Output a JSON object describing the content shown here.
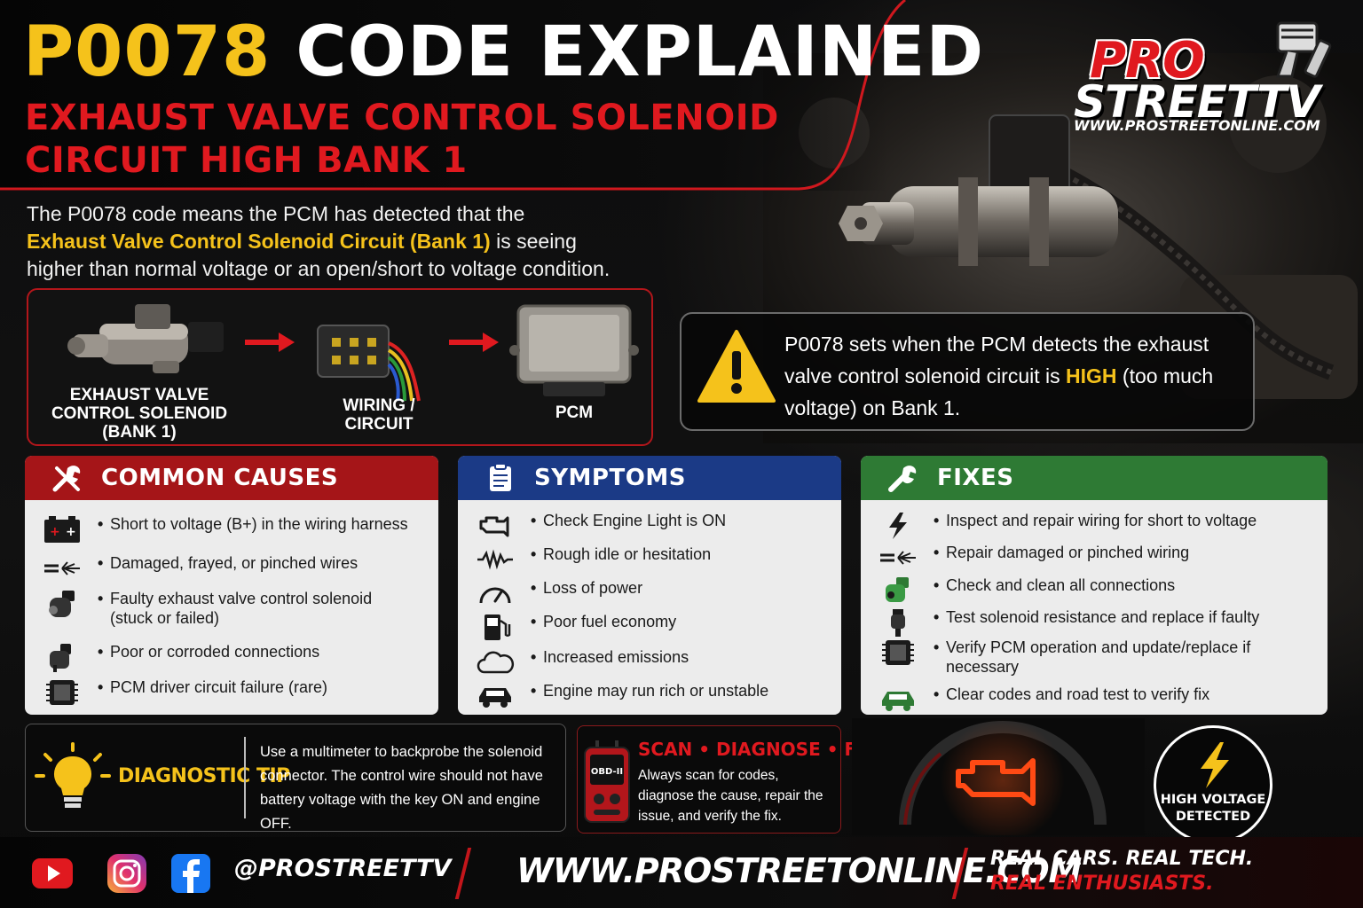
{
  "header": {
    "title_code": "P0078",
    "title_rest": "CODE EXPLAINED",
    "subtitle_line1": "EXHAUST VALVE CONTROL SOLENOID",
    "subtitle_line2": "CIRCUIT HIGH BANK 1"
  },
  "logo": {
    "pro": "PRO",
    "street": "STREETTV",
    "url": "WWW.PROSTREETONLINE.COM"
  },
  "intro": {
    "part1": "The P0078 code means the PCM has detected that the",
    "highlight": "Exhaust Valve Control Solenoid Circuit (Bank 1)",
    "part2": " is seeing",
    "part3": "higher than normal voltage or an open/short to voltage condition."
  },
  "flow": {
    "step1": "EXHAUST VALVE CONTROL SOLENOID (BANK 1)",
    "step2": "WIRING / CIRCUIT",
    "step3": "PCM"
  },
  "alert": {
    "icon": "warning-icon",
    "text1": "P0078 sets when the PCM detects the exhaust valve control solenoid circuit is ",
    "highlight": "HIGH",
    "text2": " (too much voltage) on Bank 1."
  },
  "causes": {
    "title": "COMMON CAUSES",
    "color": "#a51518",
    "items": [
      {
        "icon": "battery-icon",
        "text": "Short to voltage (B+) in the wiring harness"
      },
      {
        "icon": "frayed-wire-icon",
        "text": "Damaged, frayed, or pinched wires"
      },
      {
        "icon": "solenoid-icon",
        "text": "Faulty exhaust valve control solenoid (stuck or failed)"
      },
      {
        "icon": "connector-icon",
        "text": "Poor or corroded connections"
      },
      {
        "icon": "chip-icon",
        "text": "PCM driver circuit failure (rare)"
      }
    ]
  },
  "symptoms": {
    "title": "SYMPTOMS",
    "color": "#1b3a86",
    "items": [
      {
        "icon": "engine-light-icon",
        "text": "Check Engine Light is ON"
      },
      {
        "icon": "waveform-icon",
        "text": "Rough idle or hesitation"
      },
      {
        "icon": "gauge-icon",
        "text": "Loss of power"
      },
      {
        "icon": "fuel-pump-icon",
        "text": "Poor fuel economy"
      },
      {
        "icon": "cloud-icon",
        "text": "Increased emissions"
      },
      {
        "icon": "car-icon",
        "text": "Engine may run rich or unstable"
      }
    ]
  },
  "fixes": {
    "title": "FIXES",
    "color": "#2e7a34",
    "items": [
      {
        "icon": "lightning-icon",
        "text": "Inspect and repair wiring for short to voltage"
      },
      {
        "icon": "frayed-wire-icon",
        "text": "Repair damaged or pinched wiring"
      },
      {
        "icon": "connector-icon",
        "text": "Check and clean all connections"
      },
      {
        "icon": "solenoid-icon",
        "text": "Test solenoid resistance and replace if faulty"
      },
      {
        "icon": "chip-icon",
        "text": "Verify PCM operation and update/replace if necessary"
      },
      {
        "icon": "car-icon",
        "text": "Clear codes and road test to verify fix"
      }
    ]
  },
  "tip": {
    "title": "DIAGNOSTIC TIP",
    "text": "Use a multimeter to backprobe the solenoid connector. The control wire should not have battery voltage with the key ON and engine OFF."
  },
  "scan": {
    "device_label": "OBD-II",
    "title": "SCAN • DIAGNOSE • FIX",
    "text": "Always scan for codes, diagnose the cause, repair the issue, and verify the fix."
  },
  "badge": {
    "line1": "HIGH VOLTAGE",
    "line2": "DETECTED"
  },
  "footer": {
    "handle": "@PROSTREETTV",
    "site": "WWW.PROSTREETONLINE.COM",
    "slogan1": "REAL CARS. REAL TECH.",
    "slogan2": "REAL ENTHUSIASTS."
  }
}
